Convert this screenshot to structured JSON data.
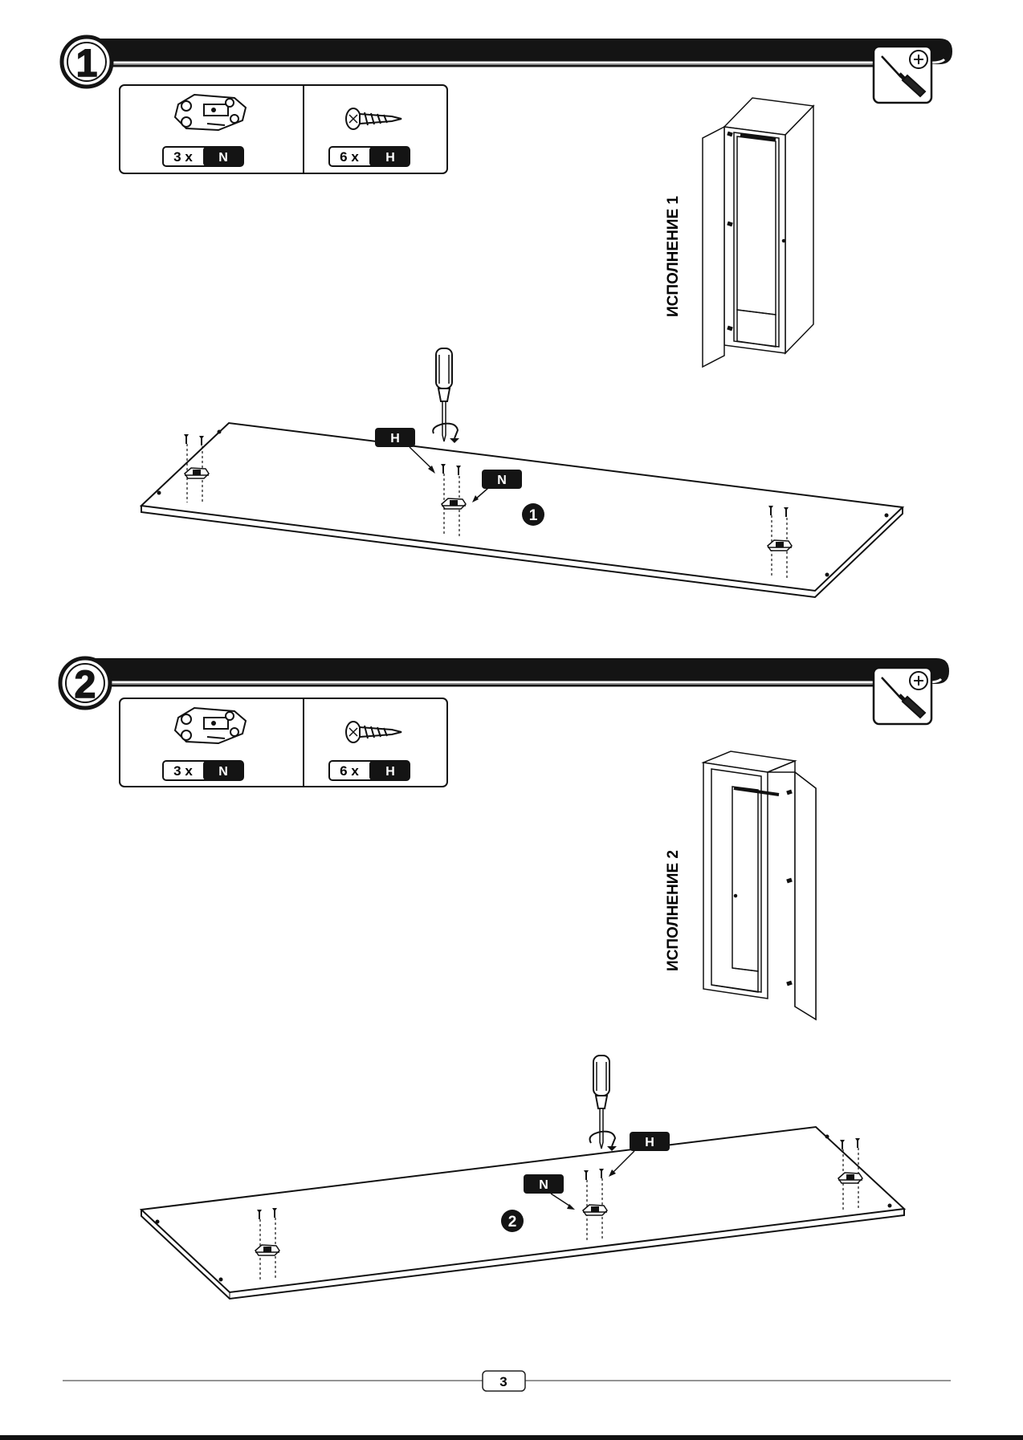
{
  "steps": [
    {
      "number": "1",
      "parts": [
        {
          "qty": "3 x",
          "code": "N",
          "icon": "hinge-icon"
        },
        {
          "qty": "6 x",
          "code": "H",
          "icon": "screw-icon"
        }
      ],
      "tool": "phillips-screwdriver-icon",
      "variant_label": "ИСПОЛНЕНИЕ 1",
      "callouts": {
        "screw": "H",
        "hinge": "N"
      },
      "marker": "1"
    },
    {
      "number": "2",
      "parts": [
        {
          "qty": "3 x",
          "code": "N",
          "icon": "hinge-icon"
        },
        {
          "qty": "6 x",
          "code": "H",
          "icon": "screw-icon"
        }
      ],
      "tool": "phillips-screwdriver-icon",
      "variant_label": "ИСПОЛНЕНИЕ 2",
      "callouts": {
        "screw": "H",
        "hinge": "N"
      },
      "marker": "2"
    }
  ],
  "page_number": "3"
}
